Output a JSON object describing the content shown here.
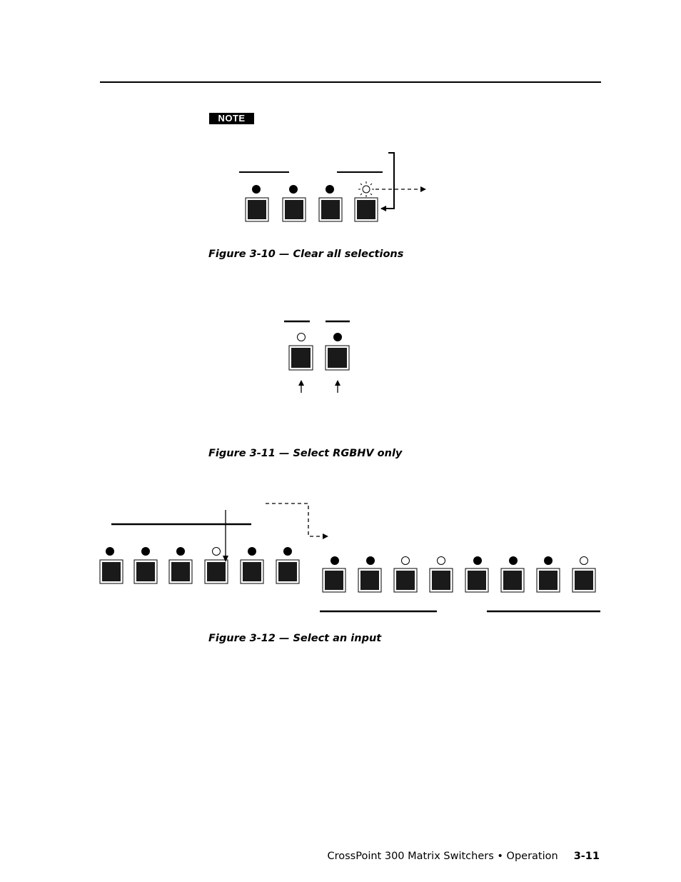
{
  "note": {
    "label": "NOTE"
  },
  "figures": {
    "fig_3_10": {
      "caption": "Figure 3-10 — Clear all selections"
    },
    "fig_3_11": {
      "caption": "Figure 3-11 — Select RGBHV only"
    },
    "fig_3_12": {
      "caption": "Figure 3-12 — Select an input"
    }
  },
  "footer": {
    "title": "CrossPoint 300 Matrix Switchers • Operation",
    "page_number": "3-11"
  }
}
